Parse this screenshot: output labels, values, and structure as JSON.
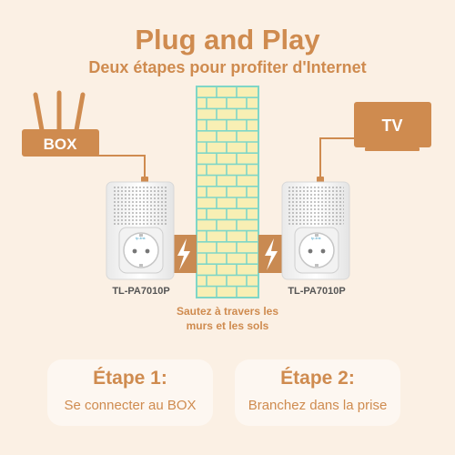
{
  "header": {
    "title": "Plug and Play",
    "subtitle": "Deux étapes pour profiter d'Internet"
  },
  "devices": {
    "router_label": "BOX",
    "tv_label": "TV",
    "left_adapter_model": "TL-PA7010P",
    "right_adapter_model": "TL-PA7010P",
    "adapter_logo": "tp-link"
  },
  "wall": {
    "caption_line1": "Sautez à travers les",
    "caption_line2": "murs et les sols"
  },
  "steps": [
    {
      "title": "Étape 1:",
      "text": "Se connecter au BOX"
    },
    {
      "title": "Étape 2:",
      "text": "Branchez dans la prise"
    }
  ],
  "colors": {
    "accent": "#cf8b4f",
    "background": "#fbf0e4",
    "wall_fill": "#f8efb4",
    "wall_mortar": "#7fd6c7",
    "bolt_bg": "#c98a52",
    "card_bg": "#fdf7f1"
  },
  "icons": [
    "router-icon",
    "tv-icon",
    "powerline-adapter-icon",
    "brick-wall-icon",
    "lightning-bolt-icon"
  ]
}
